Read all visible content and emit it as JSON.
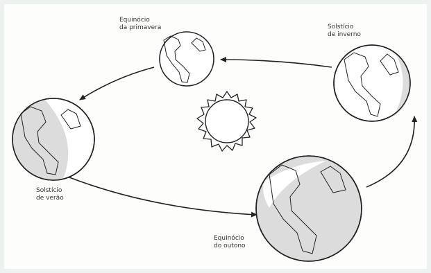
{
  "labels": {
    "spring": {
      "line1": "Equinócio",
      "line2": "da primavera"
    },
    "winter": {
      "line1": "Solstício",
      "line2": "de inverno"
    },
    "summer": {
      "line1": "Solstício",
      "line2": "de verão"
    },
    "autumn": {
      "line1": "Equinócio",
      "line2": "do outono"
    }
  },
  "colors": {
    "shade": "#dcdcdc",
    "outline": "#222222",
    "background": "#fdfdfb"
  }
}
